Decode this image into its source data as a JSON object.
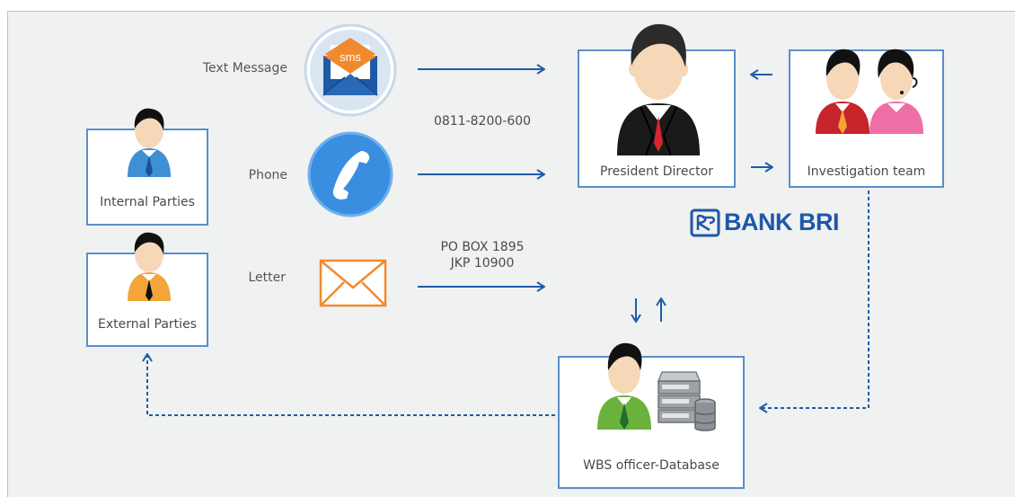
{
  "channels": {
    "sms": {
      "label": "Text Message",
      "icon": "sms-envelope-icon",
      "badge": "sms"
    },
    "phone": {
      "label": "Phone",
      "icon": "phone-icon",
      "number": "0811-8200-600"
    },
    "letter": {
      "label": "Letter",
      "icon": "letter-envelope-icon",
      "address_line1": "PO BOX 1895",
      "address_line2": "JKP 10900"
    }
  },
  "parties": {
    "internal": {
      "label": "Internal Parties"
    },
    "external": {
      "label": "External Parties"
    }
  },
  "nodes": {
    "president": {
      "label": "President Director"
    },
    "investigation": {
      "label": "Investigation team"
    },
    "wbs": {
      "label": "WBS officer-Database"
    }
  },
  "brand": {
    "name": "BANK BRI",
    "logo": "bank-bri-logo"
  },
  "colors": {
    "arrow": "#1f5ca8",
    "box_border": "#5b8ecb",
    "panel": "#f0f1f1",
    "brand": "#1d57a8",
    "sms_envelope": "#1d5aa5",
    "phone_circle": "#3a8ee0",
    "letter": "#f08a2e",
    "tie_internal": "#3d8fd6",
    "tie_external": "#f3a53a",
    "tie_wbs": "#6bb23d"
  }
}
